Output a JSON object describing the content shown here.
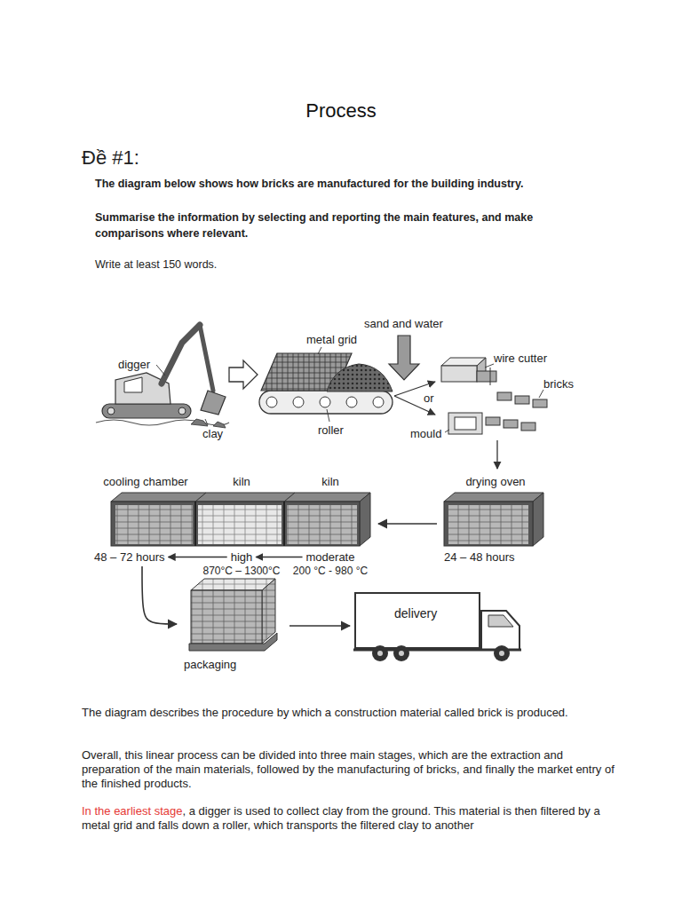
{
  "diagram": {
    "title": "Process",
    "nodes": [
      {
        "text": [
          "cooling chamber",
          "48 – 72 hours"
        ]
      },
      {
        "text": [
          "kiln",
          "high",
          "870°C – 1300°C"
        ]
      },
      {
        "text": [
          "kiln",
          "moderate",
          "200 °C - 980 °C"
        ]
      },
      {
        "text": [
          "drying oven",
          "24 – 48 hours"
        ]
      },
      {
        "text": [
          "packaging"
        ]
      },
      {
        "text": [
          "delivery"
        ]
      }
    ],
    "edges": [
      {
        "from": 3,
        "to": 2,
        "arrow": "to"
      },
      {
        "from": 0,
        "to": 4,
        "arrow": "to"
      },
      {
        "from": 4,
        "to": 5,
        "arrow": "to"
      }
    ],
    "labels": [
      "Đề #1:",
      "The diagram below shows how bricks are manufactured for the building industry.",
      "Summarise the information by selecting and reporting the main features, and make comparisons where relevant.",
      "Write at least 150 words.",
      "sand and water",
      "metal grid",
      "digger",
      "clay",
      "roller",
      "wire cutter",
      "or",
      "bricks",
      "mould",
      "The diagram describes the procedure by which a construction material called brick is produced.",
      "Overall, this linear process can be divided into three main stages, which are the extraction and preparation of the main materials, followed by the manufacturing of bricks, and finally the market entry of the finished products.",
      "In the earliest stage",
      ", a digger is used to collect clay from the ground. This material is then filtered by a metal grid and falls down a roller, which transports the filtered clay to another"
    ]
  }
}
